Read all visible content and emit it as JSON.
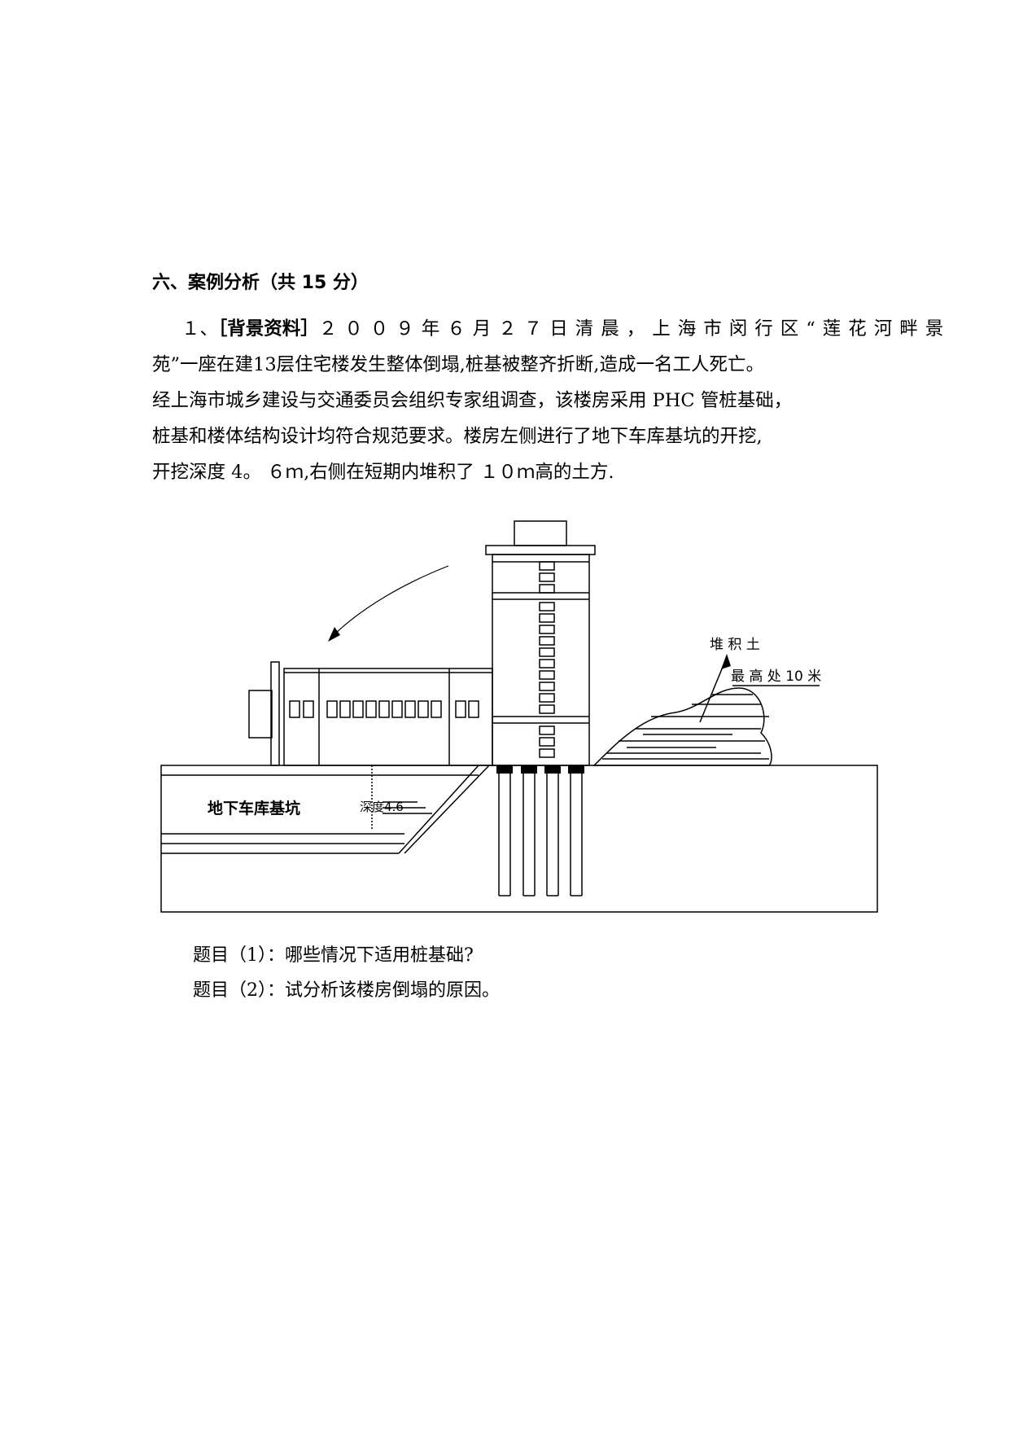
{
  "section": {
    "title": "六、案例分析（共 15 分）"
  },
  "case": {
    "line1_num": "１、",
    "line1_label": "［背景资料］",
    "line1_text": "２００９年６月２７日清晨，上海市闵行区“莲花河畔景",
    "line2": "苑”一座在建13层住宅楼发生整体倒塌,桩基被整齐折断,造成一名工人死亡。",
    "line3": "经上海市城乡建设与交通委员会组织专家组调查，该楼房采用 PHC 管桩基础，",
    "line4": "桩基和楼体结构设计均符合规范要求。楼房左侧进行了地下车库基坑的开挖,",
    "line5": "开挖深度 4。 ６ｍ,右侧在短期内堆积了 １０ｍ高的土方."
  },
  "figure": {
    "pit_label": "地下车库基坑",
    "depth_label": "深度4.6",
    "soil_label": "堆 积 土",
    "soil_height_label": "最 高 处 10 米"
  },
  "questions": [
    "题目（1）：哪些情况下适用桩基础?",
    "题目（2）：试分析该楼房倒塌的原因。"
  ]
}
